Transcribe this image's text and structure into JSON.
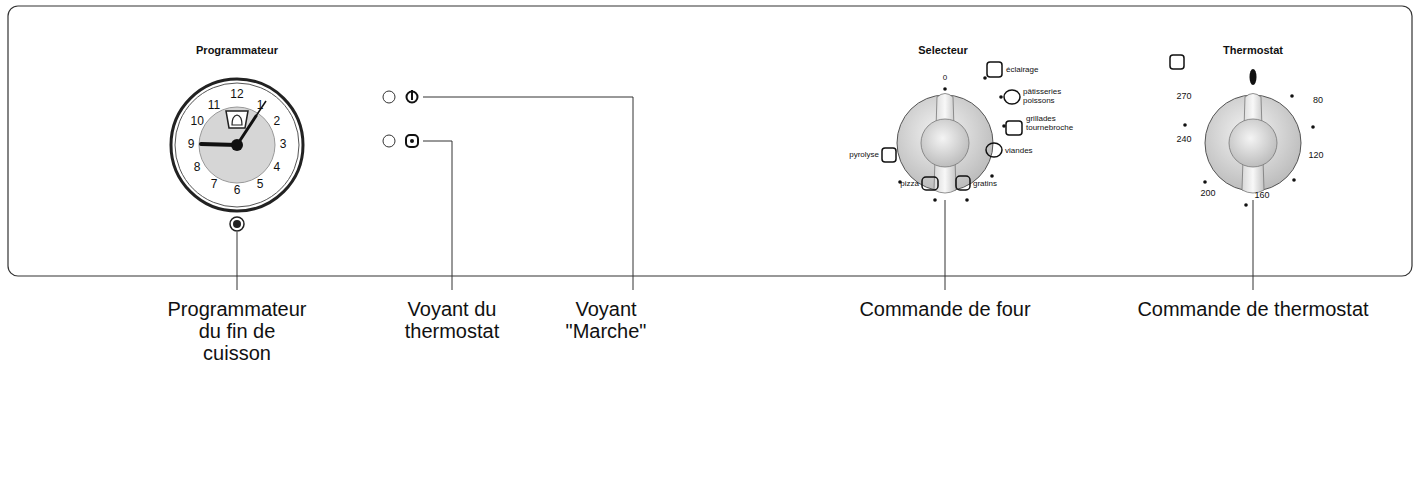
{
  "diagram": {
    "labels": [
      "Programmateur",
      "12",
      "1",
      "2",
      "3",
      "4",
      "5",
      "6",
      "7",
      "8",
      "9",
      "10",
      "11",
      "Selecteur",
      "0",
      "éclairage",
      "pâtisseries poissons",
      "grillades tournebroche",
      "viandes",
      "gratins",
      "pizza",
      "pyrolyse",
      "Thermostat",
      "80",
      "120",
      "160",
      "200",
      "240",
      "270",
      "Programmateur du fin de cuisson",
      "Voyant du thermostat",
      "Voyant \"Marche\"",
      "Commande de four",
      "Commande de thermostat"
    ]
  }
}
